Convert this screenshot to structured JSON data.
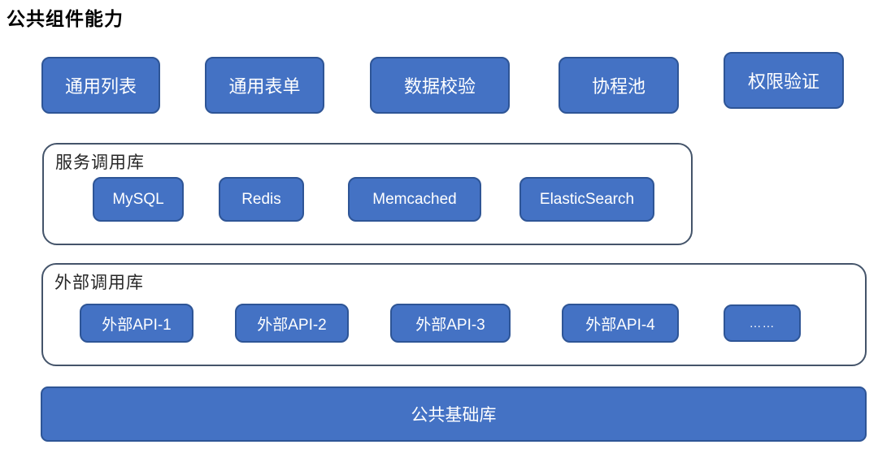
{
  "title": "公共组件能力",
  "top_row": [
    "通用列表",
    "通用表单",
    "数据校验",
    "协程池",
    "权限验证"
  ],
  "sections": [
    {
      "label": "服务调用库",
      "items": [
        "MySQL",
        "Redis",
        "Memcached",
        "ElasticSearch"
      ]
    },
    {
      "label": "外部调用库",
      "items": [
        "外部API-1",
        "外部API-2",
        "外部API-3",
        "外部API-4",
        "……"
      ]
    }
  ],
  "base_label": "公共基础库",
  "colors": {
    "box_fill": "#4472C4",
    "box_border": "#2E5596",
    "box_text": "#FFFFFF",
    "container_border": "#44546A",
    "title_text": "#000000",
    "label_text": "#262626",
    "background": "#FFFFFF"
  }
}
